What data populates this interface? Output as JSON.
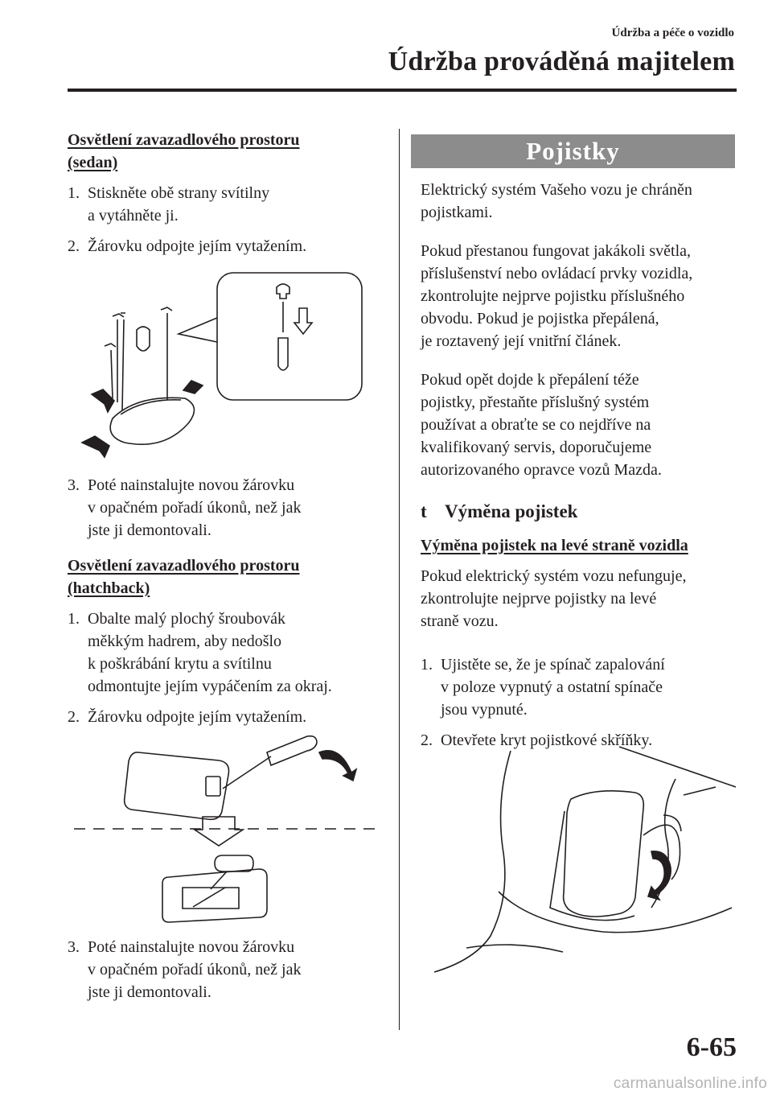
{
  "header": {
    "chapter": "Údržba a péče o vozidlo",
    "title": "Údržba prováděná majitelem"
  },
  "left": {
    "sedan": {
      "heading_line1": "Osvětlení zavazadlového prostoru",
      "heading_line2": "(sedan)",
      "steps": [
        {
          "num": "1.",
          "line1": "Stiskněte obě strany svítilny",
          "line2": "a vytáhněte ji."
        },
        {
          "num": "2.",
          "line1": "Žárovku odpojte jejím vytažením."
        },
        {
          "num": "3.",
          "line1": "Poté nainstalujte novou žárovku",
          "line2": "v opačném pořadí úkonů, než jak",
          "line3": "jste ji demontovali."
        }
      ]
    },
    "hatchback": {
      "heading_line1": "Osvětlení zavazadlového prostoru",
      "heading_line2": "(hatchback)",
      "steps": [
        {
          "num": "1.",
          "line1": "Obalte malý plochý šroubovák",
          "line2": "měkkým hadrem, aby nedošlo",
          "line3": "k poškrábání krytu a svítilnu",
          "line4": "odmontujte jejím vypáčením za okraj."
        },
        {
          "num": "2.",
          "line1": "Žárovku odpojte jejím vytažením."
        },
        {
          "num": "3.",
          "line1": "Poté nainstalujte novou žárovku",
          "line2": "v opačném pořadí úkonů, než jak",
          "line3": "jste ji demontovali."
        }
      ]
    }
  },
  "right": {
    "band_title": "Pojistky",
    "intro": [
      "Elektrický systém Vašeho vozu je chráněn",
      "pojistkami."
    ],
    "para2": [
      "Pokud přestanou fungovat jakákoli světla,",
      "příslušenství nebo ovládací prvky vozidla,",
      "zkontrolujte nejprve pojistku příslušného",
      "obvodu. Pokud je pojistka přepálená,",
      "je roztavený její vnitřní článek."
    ],
    "para3": [
      "Pokud opět dojde k přepálení téže",
      "pojistky, přestaňte příslušný systém",
      "používat a obraťte se co nejdříve na",
      "kvalifikovaný servis, doporučujeme",
      "autorizovaného opravce vozů Mazda."
    ],
    "section": {
      "bullet": "t",
      "title": "Výměna pojistek"
    },
    "subheading": "Výměna pojistek na levé straně vozidla",
    "para4": [
      "Pokud elektrický systém vozu nefunguje,",
      "zkontrolujte nejprve pojistky na levé",
      "straně vozu."
    ],
    "steps": [
      {
        "num": "1.",
        "line1": "Ujistěte se, že je spínač zapalování",
        "line2": "v poloze vypnutý a ostatní spínače",
        "line3": "jsou vypnuté."
      },
      {
        "num": "2.",
        "line1": "Otevřete kryt pojistkové skříňky."
      }
    ]
  },
  "footer": {
    "page_number": "6-65",
    "watermark": "carmanualsonline.info"
  }
}
